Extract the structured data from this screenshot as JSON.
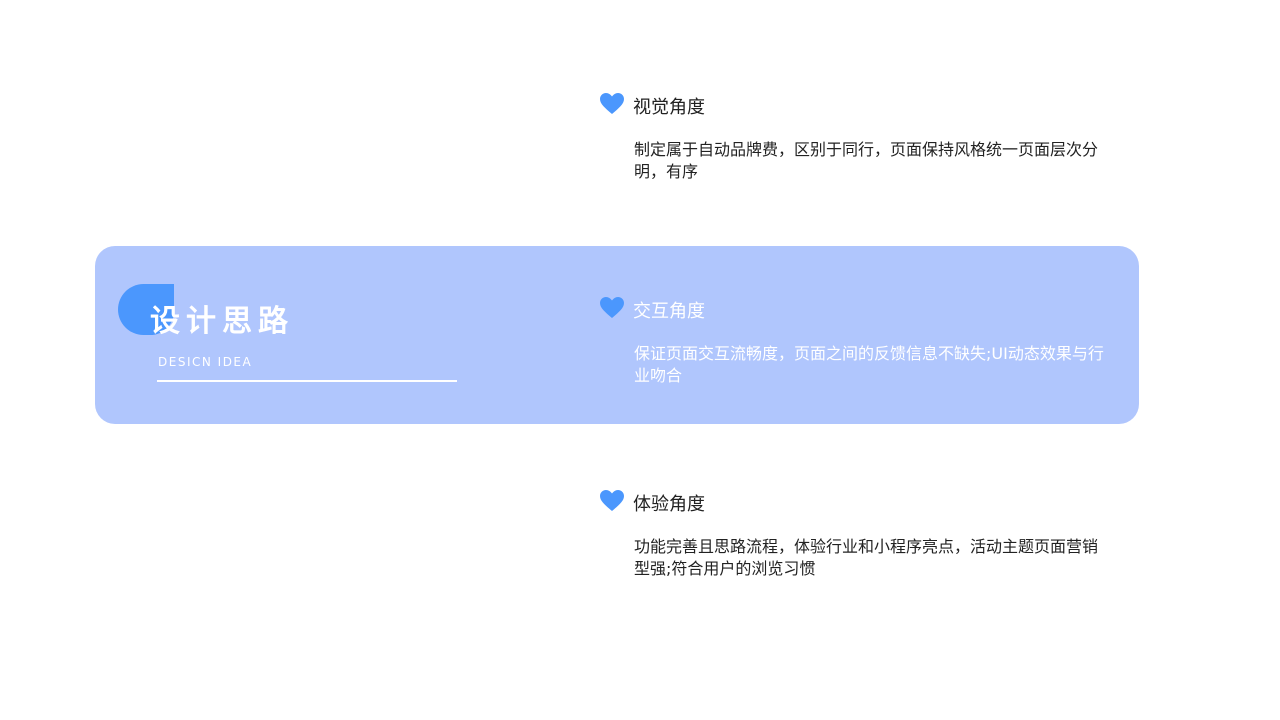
{
  "left": {
    "title": "设计思路",
    "subtitle": "DESICN IDEA"
  },
  "items": [
    {
      "icon": "heart-icon",
      "title": "视觉角度",
      "desc": "制定属于自动品牌费，区别于同行，页面保持风格统一页面层次分明，有序"
    },
    {
      "icon": "heart-icon",
      "title": "交互角度",
      "desc": "保证页面交互流畅度，页面之间的反馈信息不缺失;UI动态效果与行业吻合"
    },
    {
      "icon": "heart-icon",
      "title": "体验角度",
      "desc": "功能完善且思路流程，体验行业和小程序亮点，活动主题页面营销型强;符合用户的浏览习惯"
    }
  ],
  "colors": {
    "accent": "#4b97fd",
    "band": "#b0c6fd"
  }
}
